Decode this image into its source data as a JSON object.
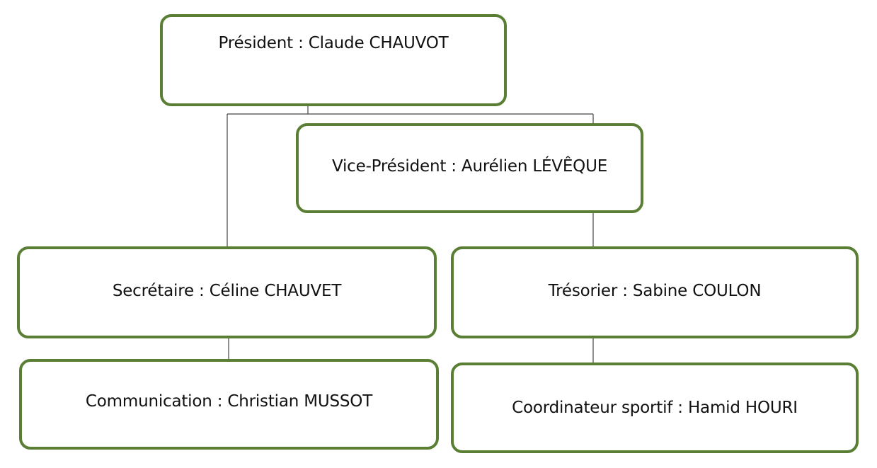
{
  "colors": {
    "box_border": "#5a7f34",
    "connector": "#444444",
    "text": "#111111"
  },
  "org_chart": {
    "president": {
      "label": "Président : Claude CHAUVOT"
    },
    "vice_president": {
      "label": "Vice-Président : Aurélien LÉVÊQUE"
    },
    "secretary": {
      "label": "Secrétaire : Céline CHAUVET"
    },
    "treasurer": {
      "label": "Trésorier : Sabine COULON"
    },
    "communication": {
      "label": "Communication : Christian MUSSOT"
    },
    "sports_coordinator": {
      "label": "Coordinateur sportif : Hamid HOURI"
    }
  }
}
